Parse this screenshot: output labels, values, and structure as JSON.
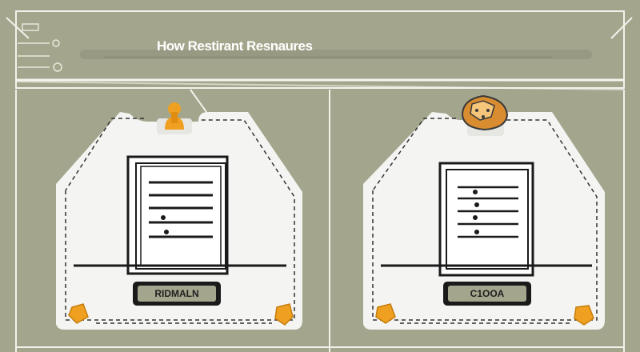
{
  "header": {
    "title": "How Restirant Resnaures"
  },
  "panels": [
    {
      "id": "left",
      "label": "RIDMALN",
      "badge_icon": "person-icon"
    },
    {
      "id": "right",
      "label": "C1OOA",
      "badge_icon": "cookie-icon"
    }
  ],
  "colors": {
    "background": "#a3a58c",
    "card": "#f4f4f2",
    "accent": "#f0a020",
    "label_bg": "#a3a58c",
    "line": "#1a1a1a"
  }
}
